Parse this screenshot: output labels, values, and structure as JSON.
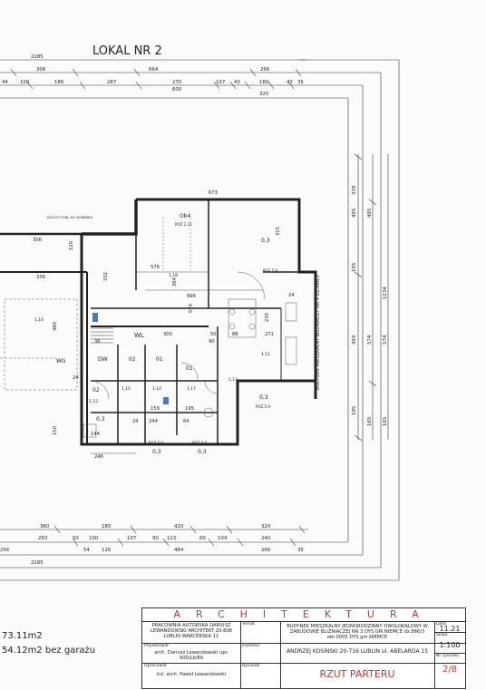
{
  "title": "LOKAL NR 2",
  "dims_top": [
    "2285",
    "306",
    "664",
    "266",
    "186",
    "287",
    "270",
    "600",
    "107",
    "43",
    "180",
    "320",
    "43",
    "35",
    "44",
    "100"
  ],
  "dims_right": [
    "339",
    "495",
    "495",
    "195",
    "574",
    "574",
    "1234",
    "459",
    "195",
    "165",
    "165"
  ],
  "dims_bottom": [
    "360",
    "180",
    "420",
    "320",
    "250",
    "50",
    "100",
    "107",
    "90",
    "123",
    "60",
    "104",
    "240",
    "126",
    "484",
    "266",
    "35",
    "54",
    "2285",
    "256"
  ],
  "interior": {
    "d673": "673",
    "ob4": "Ob4",
    "poz23": "POZ.2.23",
    "d315": "315",
    "d576": "576",
    "d364": "364",
    "d118": "1,18",
    "d896": "896",
    "d574": "574",
    "d239": "239",
    "d271": "271",
    "d24": "24",
    "d50": "50",
    "d88": "88",
    "o3a": "0,3",
    "o3b": "0,3",
    "poz59": "POZ.5.9",
    "dolot": "DOLOT POW. DO KOMINKA",
    "d336": "336",
    "d306": "306",
    "d120": "120",
    "d332": "332",
    "d110": "1,10",
    "d480": "480",
    "wl": "WL",
    "wg": "WG",
    "d300": "300",
    "d246": "246",
    "dw": "DW",
    "d02a": "02",
    "d02b": "02",
    "d01": "01",
    "d01b": "01",
    "d115": "1,15",
    "d114": "1,14",
    "d117": "1,17",
    "d159": "159",
    "d244": "244",
    "d195": "195",
    "d64": "64",
    "d24b": "24",
    "poz59b": "POZ.5.9",
    "o3c": "0,3",
    "o3d": "0,3",
    "o3e": "0,3",
    "poz59c": "POZ.5.9",
    "poz59d": "POZ.5.9",
    "d11": "1,11",
    "d113": "1,13",
    "d12": "1,12",
    "d150": "150",
    "d144": "144",
    "d24c": "24",
    "d90": "90",
    "d36": "36",
    "side": "BUDYNEK MIESZKALNY BLIŹNIACZY NR 4 DZ.866/2"
  },
  "areas": {
    "a1": "73.11m2",
    "a2": "54.12m2 bez garażu"
  },
  "titleblock": {
    "head": "ARCHITEKTURA",
    "studio": "PRACOWNIA AUTORSKA DARIUSZ LEWANDOWSKI ARCHITEKT 20-806 LUBLIN WARCERSKA 11",
    "temat_lbl": "Temat",
    "temat": "BUDYNEK MIESZKALNY JEDNORODZINNY DWULOKALOWY W ZABUDOWIE BLIŹNIACZEJ NR 3 DYS GM.NIEMCE dz.866/3 obr.0005 DYS gm.NIEMCE",
    "data_lbl": "Data",
    "data": "11.21",
    "proj_lbl": "Projektował",
    "proj": "arch. Dariusz Lewandowski upr. 900/Lb/89",
    "inw_lbl": "Inwestor",
    "inw": "ANDRZEJ KOSIŃSKI 20-716 LUBLIN ul. ABELARDA 15",
    "skala_lbl": "Skala",
    "skala": "1:100",
    "opr_lbl": "Opracował",
    "opr": "inż. arch. Paweł Lewandowski",
    "rys_lbl": "Rysunek",
    "rys": "RZUT PARTERU",
    "nr_lbl": "Nr rysunku",
    "nr": "2/8"
  }
}
